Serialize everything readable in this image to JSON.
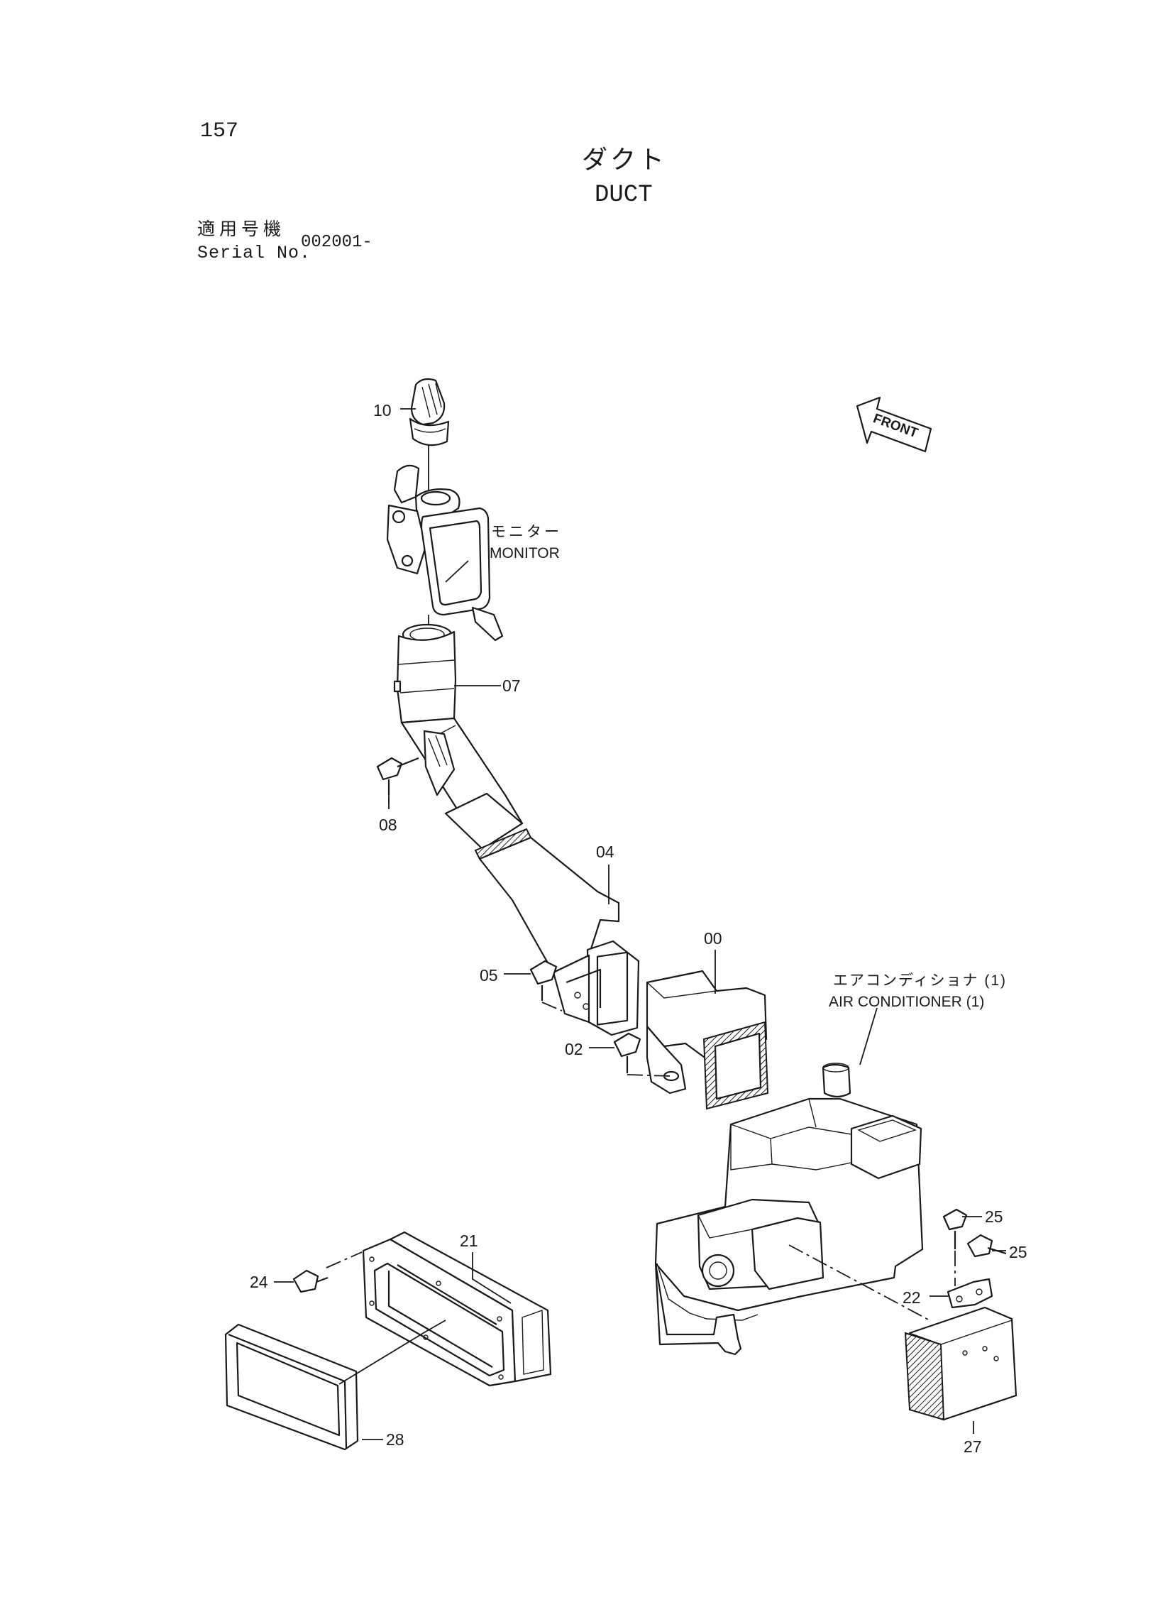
{
  "page_number": "157",
  "title_ja": "ダクト",
  "title_en": "DUCT",
  "serial": {
    "label_ja": "適用号機",
    "label_en": "Serial No.",
    "value": "002001-"
  },
  "front_arrow": {
    "label": "FRONT",
    "icon": "front-direction-arrow-icon"
  },
  "annotations": {
    "monitor_ja": "モニター",
    "monitor_en": "MONITOR",
    "aircon_ja": "エアコンディショナ (1)",
    "aircon_en": "AIR CONDITIONER (1)"
  },
  "callouts": {
    "p10": "10",
    "p07": "07",
    "p08": "08",
    "p04": "04",
    "p05": "05",
    "p00": "00",
    "p02": "02",
    "p21": "21",
    "p24": "24",
    "p28": "28",
    "p25a": "25",
    "p25b": "25",
    "p22": "22",
    "p27": "27"
  }
}
